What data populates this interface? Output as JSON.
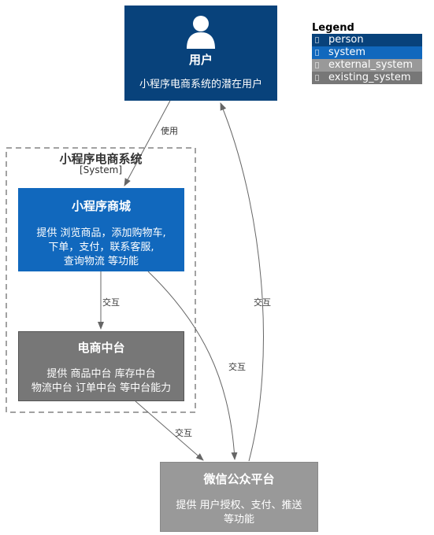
{
  "colors": {
    "person": "#08427b",
    "system": "#1168bd",
    "external_system": "#999999",
    "existing_system": "#777777",
    "edge": "#666666"
  },
  "legend": {
    "title": "Legend",
    "items": [
      {
        "label": "person",
        "color": "#08427b"
      },
      {
        "label": "system",
        "color": "#1168bd"
      },
      {
        "label": "external_system",
        "color": "#999999"
      },
      {
        "label": "existing_system",
        "color": "#777777"
      }
    ]
  },
  "nodes": {
    "user": {
      "title": "用户",
      "description": "小程序电商系统的潜在用户",
      "icon": "person-icon"
    },
    "boundary": {
      "title": "小程序电商系统",
      "stereotype": "[System]"
    },
    "mall": {
      "title": "小程序商城",
      "desc_lines": [
        "提供 浏览商品，添加购物车,",
        "下单，支付，联系客服,",
        "查询物流 等功能"
      ]
    },
    "platform": {
      "title": "电商中台",
      "desc_lines": [
        "提供 商品中台 库存中台",
        "物流中台 订单中台 等中台能力"
      ]
    },
    "wechat": {
      "title": "微信公众平台",
      "desc_lines": [
        "提供 用户授权、支付、推送",
        "等功能"
      ]
    }
  },
  "edges": {
    "user_mall": "使用",
    "mall_platform": "交互",
    "mall_wechat": "交互",
    "platform_wechat": "交互",
    "wechat_user": "交互"
  }
}
